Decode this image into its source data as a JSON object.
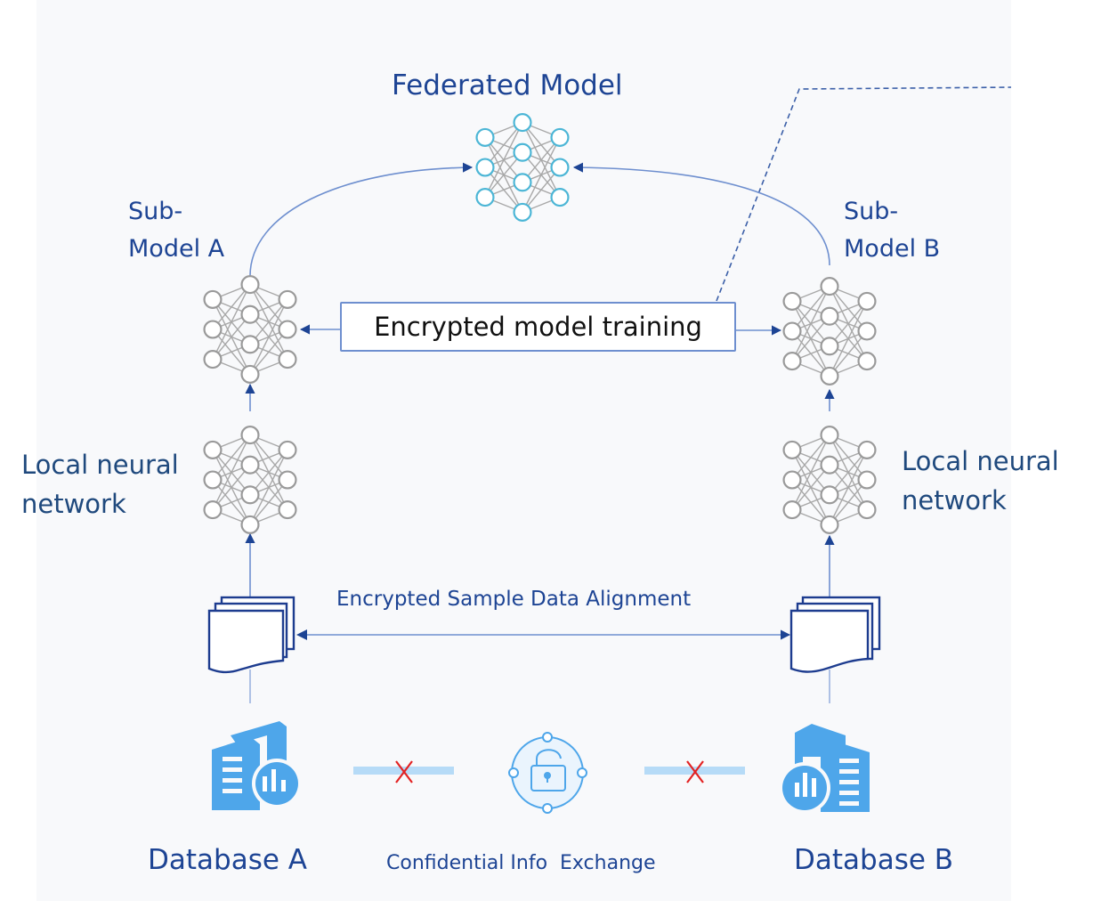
{
  "diagram": {
    "title": "Federated Model",
    "sub_model_a": {
      "line1": "Sub-",
      "line2": "Model A"
    },
    "sub_model_b": {
      "line1": "Sub-",
      "line2": "Model B"
    },
    "local_network_a": {
      "line1": "Local neural",
      "line2": "network"
    },
    "local_network_b": {
      "line1": "Local neural",
      "line2": "network"
    },
    "training_box": "Encrypted model training",
    "alignment_label": "Encrypted Sample Data Alignment",
    "database_a": "Database A",
    "database_b": "Database B",
    "exchange_label": "Confidential Info  Exchange",
    "blocked_marker": "✕",
    "icons": [
      "neural-network-icon",
      "document-stack-icon",
      "database-building-icon",
      "lock-icon"
    ]
  },
  "colors": {
    "label_blue": "#1d4494",
    "label_navy": "#1f497d",
    "connector": "#6e8fcf",
    "arrow": "#1d4494",
    "node_teal": "#4cb6d6",
    "node_gray": "#9a9a9a",
    "icon_blue": "#4ea6ea",
    "blocked_red": "#e32222",
    "panel_bg": "#f8f9fb"
  }
}
